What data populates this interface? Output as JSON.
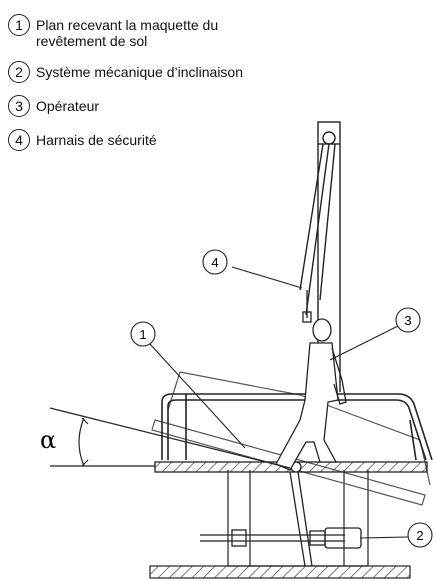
{
  "legend": {
    "items": [
      {
        "number": "1",
        "lines": [
          "Plan recevant la maquette du",
          "revêtement de sol"
        ]
      },
      {
        "number": "2",
        "lines": [
          "Système mécanique d’inclinaison"
        ]
      },
      {
        "number": "3",
        "lines": [
          "Opérateur"
        ]
      },
      {
        "number": "4",
        "lines": [
          "Harnais de sécurité"
        ]
      }
    ]
  },
  "diagram": {
    "callouts": {
      "c1": "1",
      "c2": "2",
      "c3": "3",
      "c4": "4"
    },
    "angle_label": "α"
  }
}
